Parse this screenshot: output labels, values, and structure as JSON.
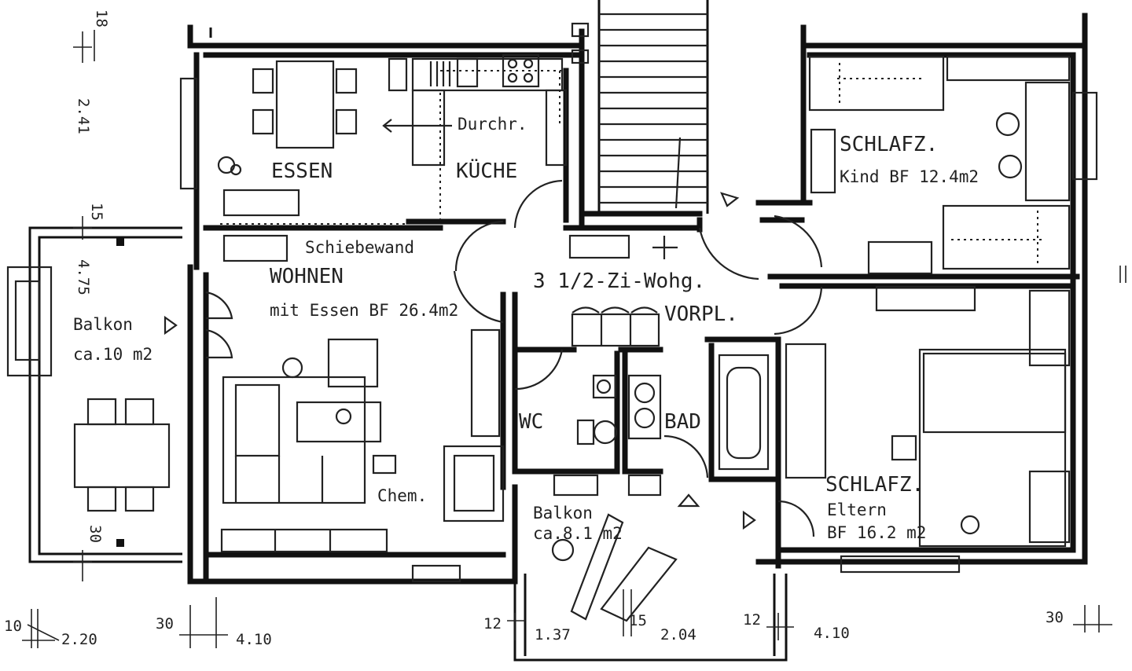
{
  "rooms": {
    "essen": "ESSEN",
    "kueche": "KÜCHE",
    "durchreiche": "Durchr.",
    "schiebewand": "Schiebewand",
    "wohnen": "WOHNEN",
    "wohnen_sub": "mit Essen BF 26.4m2",
    "balkon_left": "Balkon",
    "balkon_left_area": "ca.10 m2",
    "apartment": "3 1/2-Zi-Wohg.",
    "vorpl": "VORPL.",
    "wc": "WC",
    "bad": "BAD",
    "chem": "Chem.",
    "balkon_bottom": "Balkon",
    "balkon_bottom_area": "ca.8.1 m2",
    "schlafz_kind": "SCHLAFZ.",
    "schlafz_kind_sub": "Kind BF 12.4m2",
    "schlafz_eltern": "SCHLAFZ.",
    "schlafz_eltern_sub1": "Eltern",
    "schlafz_eltern_sub2": "BF 16.2 m2"
  },
  "dimensions": {
    "v_18": "18",
    "v_241": "2.41",
    "v_15": "15",
    "v_475": "4.75",
    "v_30": "30",
    "b_10": "10",
    "b_220": "2.20",
    "b_30": "30",
    "b_410a": "4.10",
    "b_12a": "12",
    "b_137": "1.37",
    "b_15": "15",
    "b_204": "2.04",
    "b_12b": "12",
    "b_410b": "4.10",
    "b_30r": "30"
  }
}
